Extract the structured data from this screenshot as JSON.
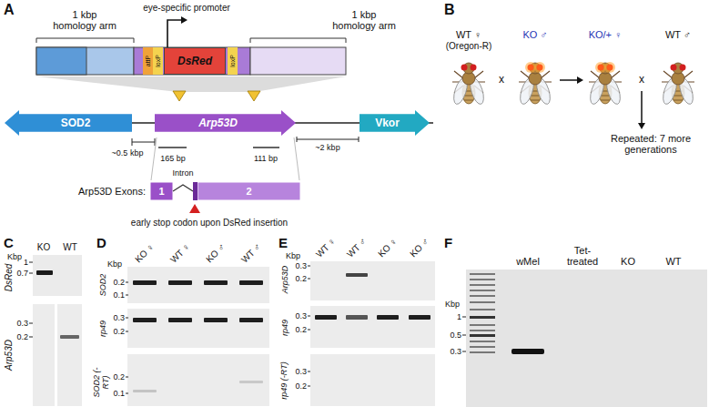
{
  "diagram": {
    "nodes": [
      {
        "text": [
          "DsRed"
        ]
      },
      {
        "text": [
          "SOD2"
        ]
      },
      {
        "text": [
          "Arp53D"
        ]
      },
      {
        "text": [
          "Vkor"
        ]
      },
      {
        "text": [
          "1"
        ]
      },
      {
        "text": [
          "2"
        ]
      }
    ],
    "labels": [
      "A",
      "1 kbp homology arm",
      "eye-specific promoter",
      "attP",
      "loxP",
      "loxP",
      "1 kbp homology arm",
      "~0.5 kbp",
      "165 bp",
      "111 bp",
      "~2 kbp",
      "Arp53D Exons:",
      "Intron",
      "early stop codon upon DsRed insertion",
      "B",
      "WT ♀",
      "(Oregon-R)",
      "KO ♂",
      "x",
      "KO/+ ♀",
      "x",
      "WT ♂",
      "Repeated: 7 more generations",
      "C",
      "Kbp",
      "KO",
      "WT",
      "1",
      "0.7",
      "DsRed",
      "0.3",
      "0.2",
      "Arp53D",
      "D",
      "KO ♀",
      "WT ♀",
      "KO ♂",
      "WT ♂",
      "Kbp",
      "SOD2",
      "0.2",
      "0.1",
      "rp49",
      "0.3",
      "0.2",
      "SOD2 (-RT)",
      "0.2",
      "0.1",
      "E",
      "WT ♀",
      "WT ♂",
      "KO ♀",
      "KO ♂",
      "Kbp",
      "Arp53D",
      "0.3",
      "0.2",
      "rp49",
      "0.3",
      "0.2",
      "rp49 (-RT)",
      "0.3",
      "0.2",
      "F",
      "wMel",
      "Tet-treated",
      "KO",
      "WT",
      "Kbp",
      "1",
      "0.5",
      "0.3"
    ]
  }
}
